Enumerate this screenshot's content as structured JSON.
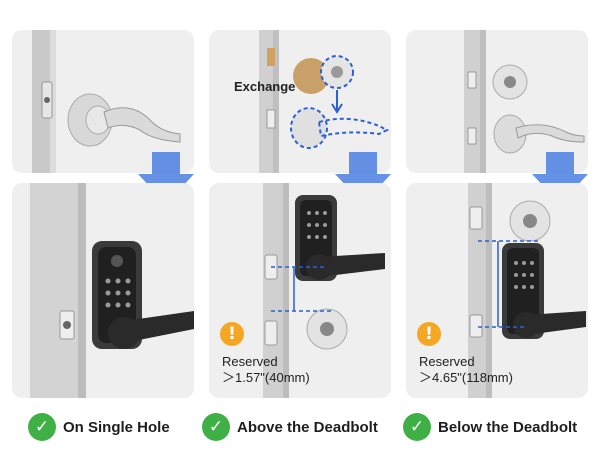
{
  "exchange_label": "Exchange",
  "notes": [
    {
      "line1": "Reserved",
      "line2": "＞1.57\"(40mm)"
    },
    {
      "line1": "Reserved",
      "line2": "＞4.65\"(118mm)"
    }
  ],
  "captions": [
    {
      "label": "On Single Hole"
    },
    {
      "label": "Above the Deadbolt"
    },
    {
      "label": "Below the Deadbolt"
    }
  ],
  "colors": {
    "check": "#3fb045",
    "warning": "#f5a623",
    "arrow": "#4a7fe0",
    "dimension": "#2d5fd6"
  },
  "icons": {
    "check": "check-circle-icon",
    "warning": "exclamation-icon",
    "arrow": "arrow-down-icon"
  }
}
